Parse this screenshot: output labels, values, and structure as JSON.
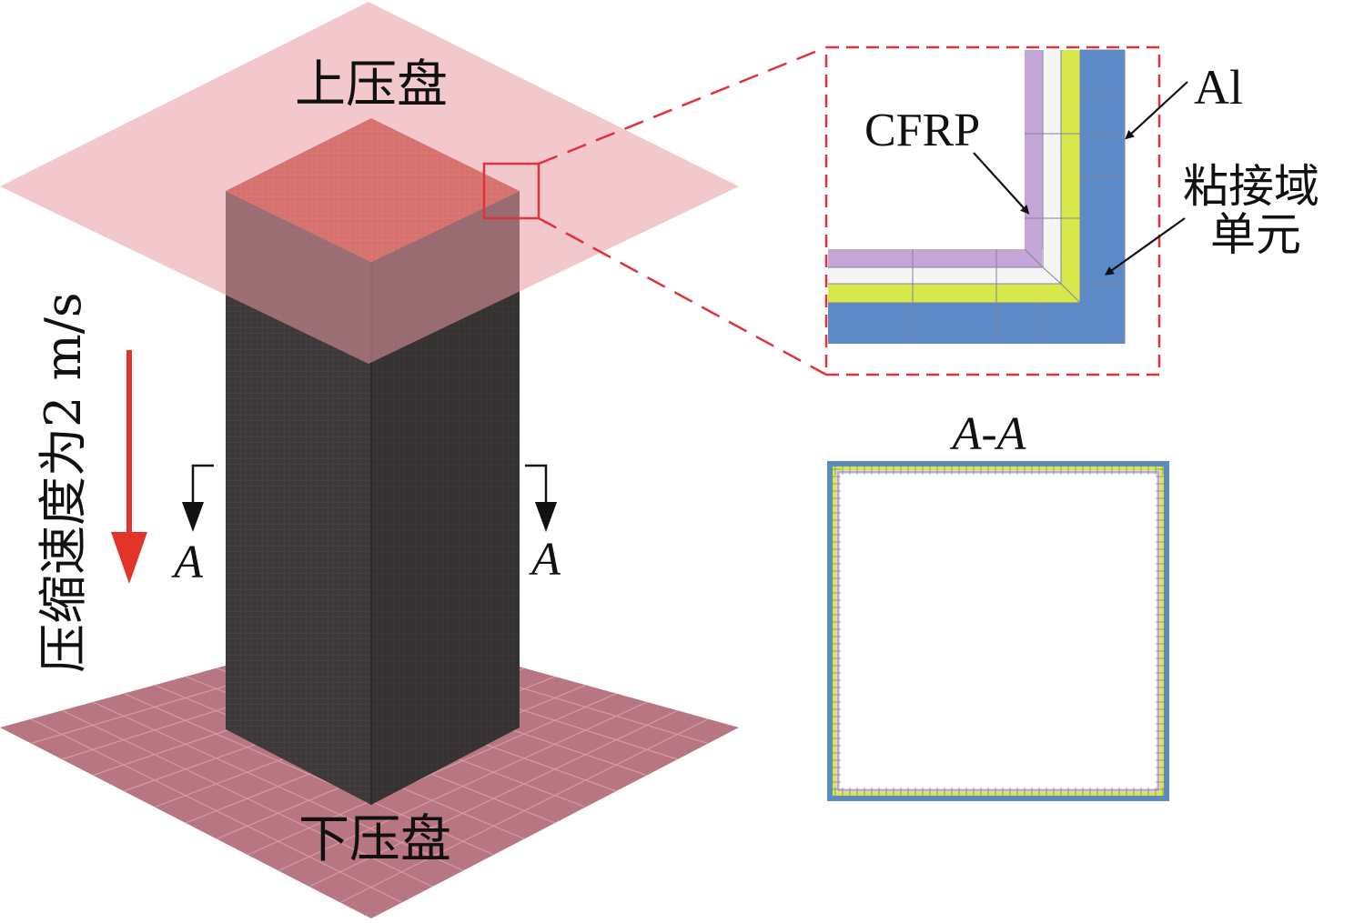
{
  "labels": {
    "upper_platen": "上压盘",
    "lower_platen": "下压盘",
    "velocity": "压缩速度为2 m/s",
    "section_left": "A",
    "section_right": "A",
    "section_title": "A-A",
    "cfrp": "CFRP",
    "al": "Al",
    "cohesive_line1": "粘接域",
    "cohesive_line2": "单元"
  },
  "colors": {
    "upper_platen": "#f0c2c6",
    "lower_platen": "#b87682",
    "tube_front": "#3e3a3b",
    "tube_side": "#2c2a2b",
    "tube_top": "#c9412f",
    "arrow_red": "#e3342b",
    "dash_red": "#e0323a",
    "al_blue": "#5b8ac6",
    "cohesive_yellow": "#d8e84a",
    "cfrp_purple": "#c5a6d6",
    "cfrp_white": "#f5f5f5"
  }
}
